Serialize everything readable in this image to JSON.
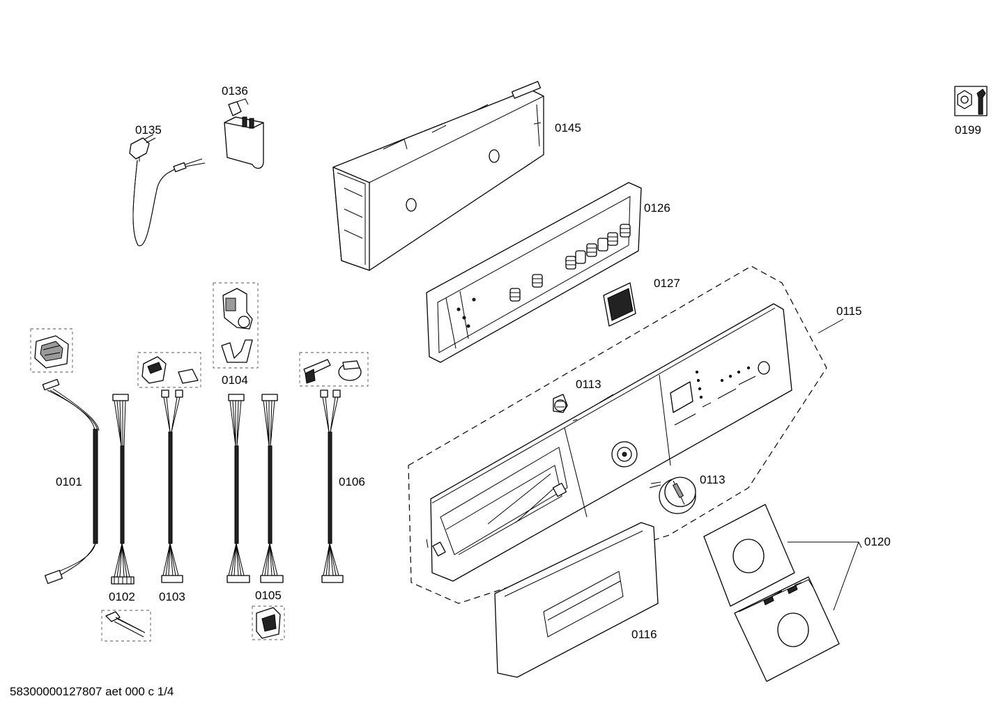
{
  "labels": {
    "p0135": "0135",
    "p0136": "0136",
    "p0145": "0145",
    "p0126": "0126",
    "p0127": "0127",
    "p0115": "0115",
    "p0113a": "0113",
    "p0113b": "0113",
    "p0120": "0120",
    "p0116": "0116",
    "p0101": "0101",
    "p0102": "0102",
    "p0103": "0103",
    "p0104": "0104",
    "p0105": "0105",
    "p0106": "0106",
    "p0199": "0199"
  },
  "footer": "58300000127807 aet 000 c 1/4",
  "icons": {
    "service_kit": "wrench-nut-icon"
  }
}
